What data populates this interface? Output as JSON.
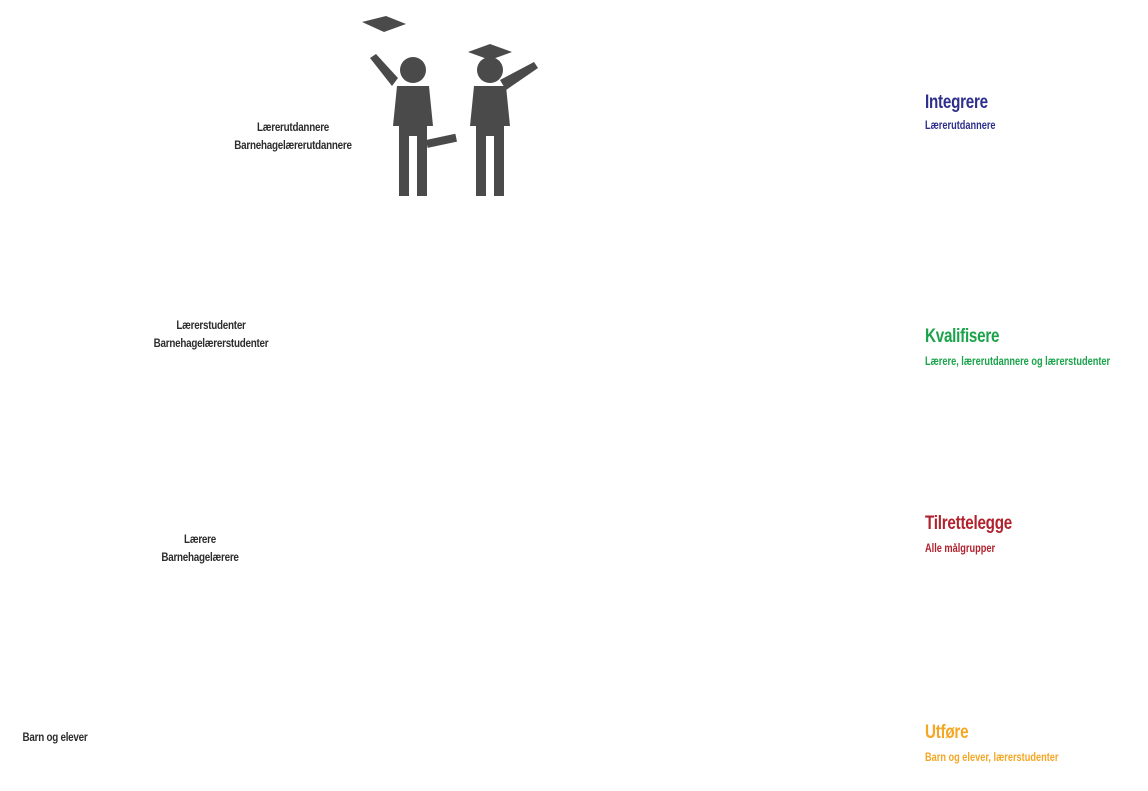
{
  "levels": {
    "educators": [
      "Lærerutdannere",
      "Barnehagelærerutdannere"
    ],
    "students": [
      "Lærerstudenter",
      "Barnehagelærerstudenter"
    ],
    "teachers": [
      "Lærere",
      "Barnehagelærere"
    ],
    "children": "Barn og elever"
  },
  "roles": [
    {
      "key": "integrere",
      "title": "Integrere",
      "subtitle": "Lærerutdannere",
      "color": "#2e2f8c"
    },
    {
      "key": "kvalifisere",
      "title": "Kvalifisere",
      "subtitle": "Lærere, lærerutdannere og lærerstudenter",
      "color": "#1aa34a"
    },
    {
      "key": "tilrettelegge",
      "title": "Tilrettelegge",
      "subtitle": "Alle målgrupper",
      "color": "#b0222e"
    },
    {
      "key": "utfore",
      "title": "Utføre",
      "subtitle": "Barn og elever, lærerstudenter",
      "color": "#f5a623"
    }
  ],
  "icons": {
    "graduates": "graduate-person-icon",
    "students": "student-person-icon",
    "teachers": "teacher-person-icon",
    "children": "running-child-icon",
    "connector": "branch-connector-icon"
  },
  "colors": {
    "figure": "#4a4a4a",
    "connector": "#c8c8c8"
  }
}
